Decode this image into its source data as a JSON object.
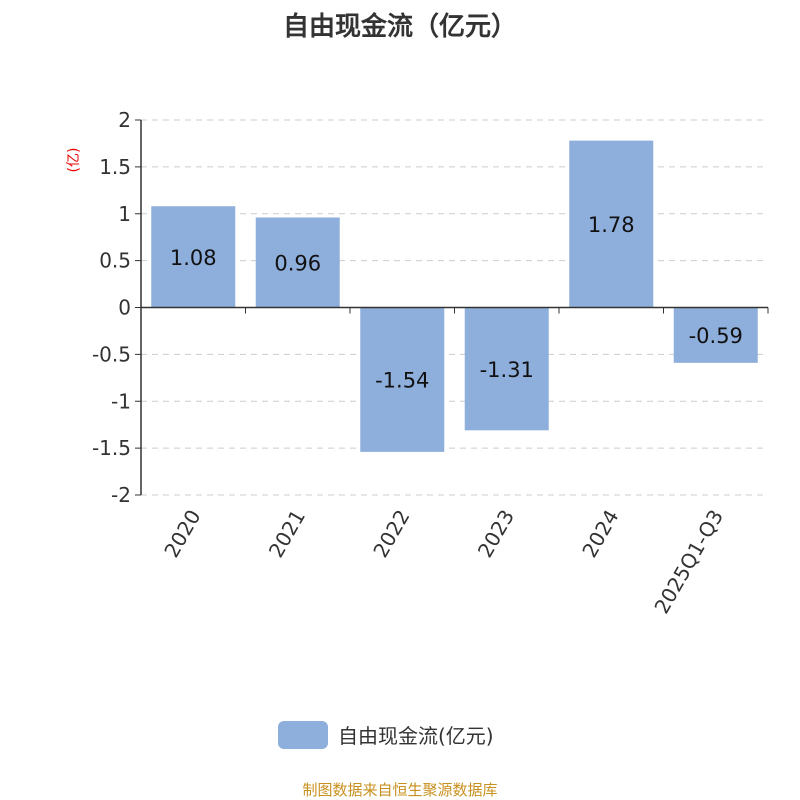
{
  "chart_data": {
    "type": "bar",
    "title": "自由现金流（亿元）",
    "ylabel": "(亿)",
    "xlabel": "",
    "categories": [
      "2020",
      "2021",
      "2022",
      "2023",
      "2024",
      "2025Q1-Q3"
    ],
    "series": [
      {
        "name": "自由现金流(亿元)",
        "values": [
          1.08,
          0.96,
          -1.54,
          -1.31,
          1.78,
          -0.59
        ],
        "color": "#8eaedb"
      }
    ],
    "ylim": [
      -2,
      2
    ],
    "yticks": [
      2,
      1.5,
      1,
      0.5,
      0,
      -0.5,
      -1,
      -1.5,
      -2
    ],
    "ytick_labels": [
      "2",
      "1.5",
      "1",
      "0.5",
      "0",
      "-0.5",
      "-1",
      "-1.5",
      "-2"
    ],
    "grid": true,
    "legend": "bottom"
  },
  "footer": "制图数据来自恒生聚源数据库"
}
